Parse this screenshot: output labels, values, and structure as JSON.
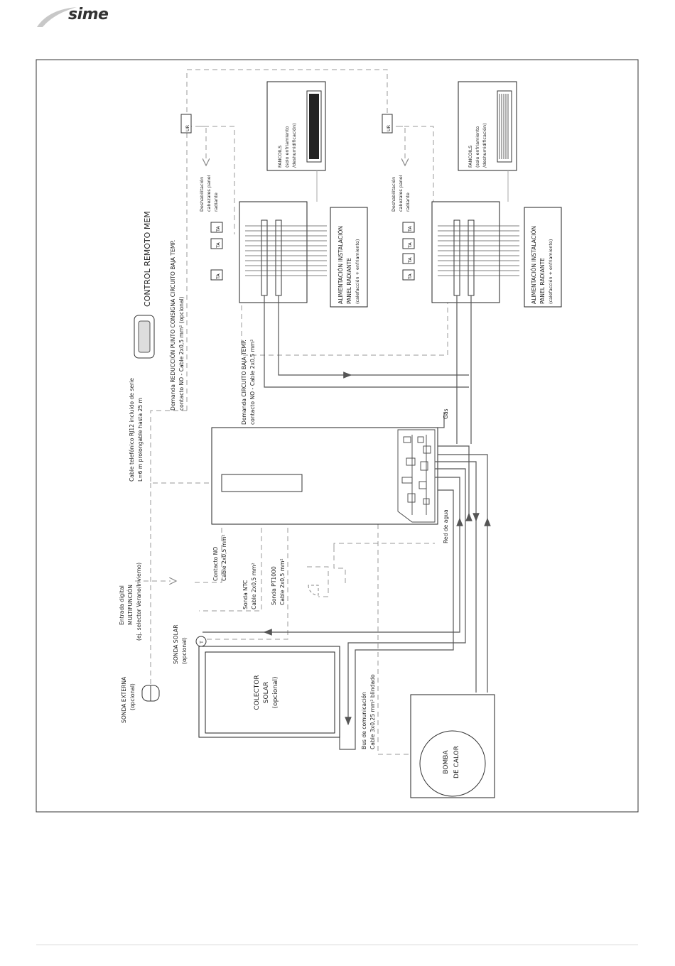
{
  "brand": {
    "logo_text": "sime"
  },
  "labels": {
    "control_remoto": "CONTROL REMOTO MEM",
    "cable_telefonico_1": "Cable telefónico RJ12 incluido de serie",
    "cable_telefonico_2": "L=6 m prolongable hasta 25 m",
    "demanda_reduccion_1": "Demanda REDUCCIÓN PUNTO CONSIGNA CIRCUITO BAJA TEMP.",
    "demanda_reduccion_2": "contacto NO - Cable 2x0,5 mm² (opcional)",
    "demanda_circuito_1": "Demanda CIRCUITO BAJA TEMP.",
    "demanda_circuito_2": "contacto NO - Cable 2x0,5 mm²",
    "deshab_1": "Deshabilitación",
    "deshab_2": "cabezales panel",
    "deshab_3": "radiante",
    "fancoils_1": "FANCOILS",
    "fancoils_2": "(solo enfriamiento",
    "fancoils_3": "/deshumidificación)",
    "alim_1": "ALIMENTACIÓN INSTALACIÓN",
    "alim_2": "PANEL RADIANTE",
    "alim_3": "(calefacción + enfriamiento)",
    "ur": "UR",
    "ta": "TA",
    "gas": "Gas",
    "red_agua": "Red de agua",
    "contacto_no_1": "Contacto NO",
    "contacto_no_2": "Cable 2x0,5 mm²",
    "sonda_ntc_1": "Sonda NTC",
    "sonda_ntc_2": "Cable 2x0,5 mm²",
    "sonda_pt_1": "Sonda PT1000",
    "sonda_pt_2": "Cable 2x0,5 mm²",
    "entrada_1": "Entrada digital",
    "entrada_2": "MULTIFUNCIÓN",
    "entrada_3": "(ej. selector Verano/Invierno)",
    "sonda_solar_1": "SONDA SOLAR",
    "sonda_solar_2": "(opcional)",
    "sonda_solar_t": "T",
    "sonda_ext_1": "SONDA EXTERNA",
    "sonda_ext_2": "(opcional)",
    "colector_1": "COLECTOR",
    "colector_2": "SOLAR",
    "colector_3": "(opcional)",
    "bus_1": "Bus de comunicación",
    "bus_2": "Cable 3x0,25 mm² blindado",
    "bomba_1": "BOMBA",
    "bomba_2": "DE CALOR"
  }
}
